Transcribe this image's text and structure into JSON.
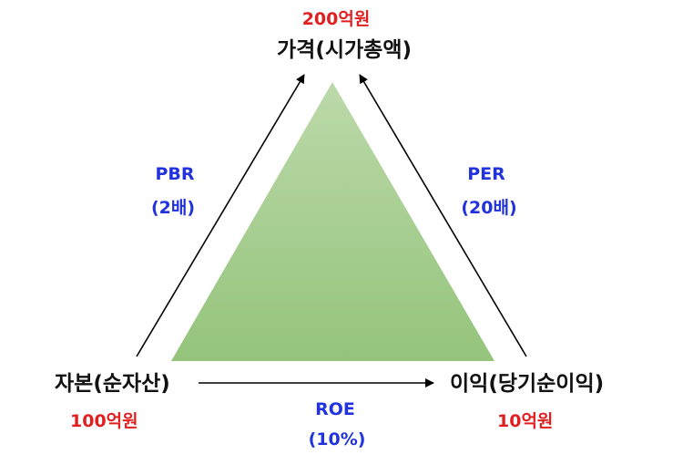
{
  "nodes": {
    "price": {
      "label": "가격(시가총액)",
      "amount": "200억원"
    },
    "capital": {
      "label": "자본(순자산)",
      "amount": "100억원"
    },
    "earnings": {
      "label": "이익(당기순이익)",
      "amount": "10억원"
    }
  },
  "relations": {
    "pbr": {
      "name": "PBR",
      "value": "(2배)"
    },
    "per": {
      "name": "PER",
      "value": "(20배)"
    },
    "roe": {
      "name": "ROE",
      "value": "(10%)"
    }
  },
  "colors": {
    "node_text": "#111111",
    "amount_text": "#e02020",
    "ratio_text": "#2233dd",
    "triangle_top": "#b9d7a6",
    "triangle_bottom": "#94c47b",
    "arrow": "#000000"
  }
}
